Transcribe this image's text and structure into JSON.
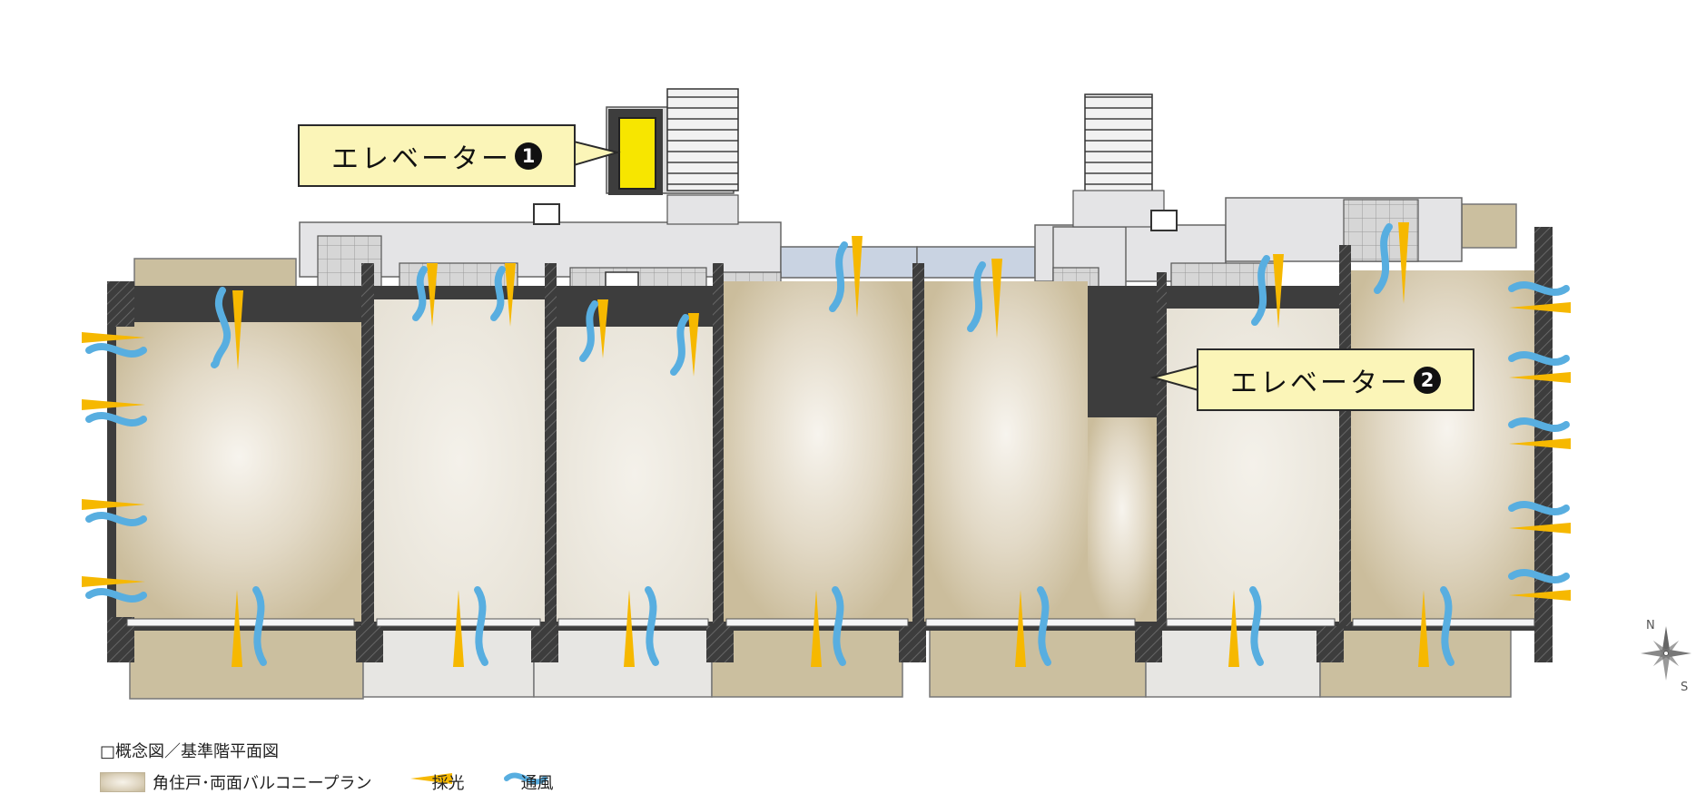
{
  "callouts": {
    "elevator1": {
      "label": "エレベーター",
      "num": "1"
    },
    "elevator2": {
      "label": "エレベーター",
      "num": "2"
    }
  },
  "legend": {
    "title": "□概念図／基準階平面図",
    "corner_unit": "角住戸･両面バルコニープラン",
    "light": "採光",
    "wind": "通風"
  },
  "compass": {
    "north": "N",
    "south": "S"
  },
  "colors": {
    "wall": "#3a3a3a",
    "corner_room": "#ddd3be",
    "middle_room": "#efebe2",
    "balcony": "#cbbf9f",
    "corridor": "#e4e4e6",
    "elevator": "#f7e600",
    "light_arrow": "#f6b800",
    "wind_arrow": "#58aee0",
    "callout_bg": "#fbf5b8"
  }
}
